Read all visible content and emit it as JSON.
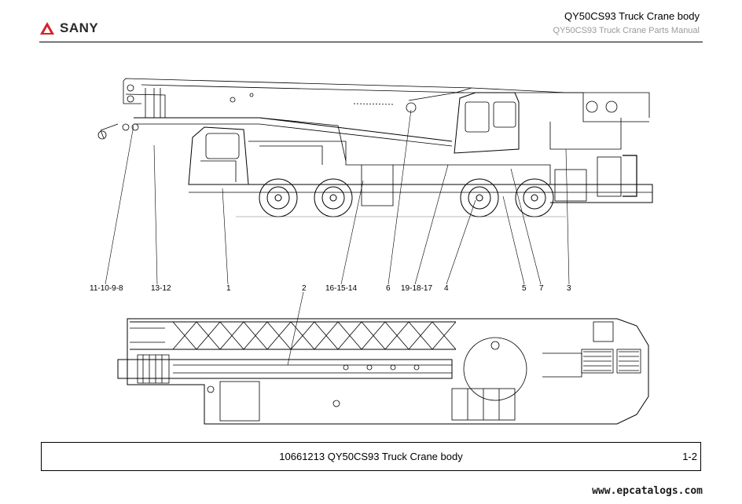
{
  "brand": {
    "name": "SANY",
    "color": "#d62027"
  },
  "header": {
    "title": "QY50CS93 Truck Crane body",
    "subtitle": "QY50CS93 Truck Crane  Parts Manual"
  },
  "callouts": [
    {
      "id": "c1",
      "text": "11-10-9-8"
    },
    {
      "id": "c2",
      "text": "13-12"
    },
    {
      "id": "c3",
      "text": "1"
    },
    {
      "id": "c4",
      "text": "2"
    },
    {
      "id": "c5",
      "text": "16-15-14"
    },
    {
      "id": "c6",
      "text": "6"
    },
    {
      "id": "c7",
      "text": "19-18-17"
    },
    {
      "id": "c8",
      "text": "4"
    },
    {
      "id": "c9",
      "text": "5"
    },
    {
      "id": "c10",
      "text": "7"
    },
    {
      "id": "c11",
      "text": "3"
    }
  ],
  "footer": {
    "title": "10661213 QY50CS93 Truck Crane body",
    "page": "1-2"
  },
  "watermark": "www.epcatalogs.com"
}
